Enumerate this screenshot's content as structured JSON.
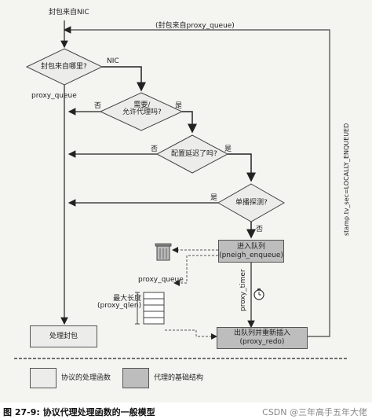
{
  "diagram": {
    "start_label": "封包来自NIC",
    "loop_label": "(封包来自proxy_queue)",
    "decision_source": "封包来自哪里?",
    "label_nic": "NIC",
    "label_proxy_queue_branch": "proxy_queue",
    "decision_proxy_allowed": "需要/\n允许代理吗?",
    "decision_delay": "配置延迟了吗?",
    "decision_unicast": "单播探测?",
    "no": "否",
    "yes": "是",
    "enqueue_box": "进入队列\n(pneigh_enqueue)",
    "queue_label": "proxy_queue",
    "max_len_label": "最大长度\n(proxy_qlen)",
    "timer_label": "proxy_timer",
    "redo_box": "出队列并重新插入\n(proxy_redo)",
    "process_box": "处理封包",
    "stamp_label": "stamp.tv_sec=LOCALLY_ENQUEUED",
    "legend_protocol": "协议的处理函数",
    "legend_proxy": "代理的基础结构"
  },
  "caption": "图 27-9:  协议代理处理函数的一般模型",
  "watermark": "CSDN @三年高手五年大佬",
  "colors": {
    "infra_fill": "#bdbdbd",
    "protocol_fill": "#ececea",
    "line": "#333333"
  }
}
